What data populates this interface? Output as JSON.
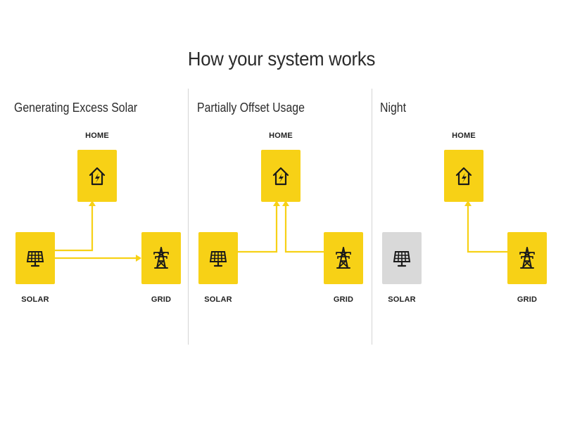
{
  "page": {
    "title": "How your system works"
  },
  "colors": {
    "accent": "#f7d116",
    "inactive": "#d9d9d9",
    "divider": "#d4d4d4",
    "icon": "#1a1a1a"
  },
  "panels": [
    {
      "title": "Generating Excess Solar",
      "home_label": "HOME",
      "solar_label": "SOLAR",
      "grid_label": "GRID",
      "solar_state": "active",
      "grid_state": "active",
      "flows": [
        "solar-to-home",
        "solar-to-grid"
      ]
    },
    {
      "title": "Partially Offset Usage",
      "home_label": "HOME",
      "solar_label": "SOLAR",
      "grid_label": "GRID",
      "solar_state": "active",
      "grid_state": "active",
      "flows": [
        "solar-to-home",
        "grid-to-home"
      ]
    },
    {
      "title": "Night",
      "home_label": "HOME",
      "solar_label": "SOLAR",
      "grid_label": "GRID",
      "solar_state": "inactive",
      "grid_state": "active",
      "flows": [
        "grid-to-home"
      ]
    }
  ],
  "icons": {
    "home": "house-bolt-icon",
    "solar": "solar-panel-icon",
    "grid": "power-tower-icon"
  }
}
